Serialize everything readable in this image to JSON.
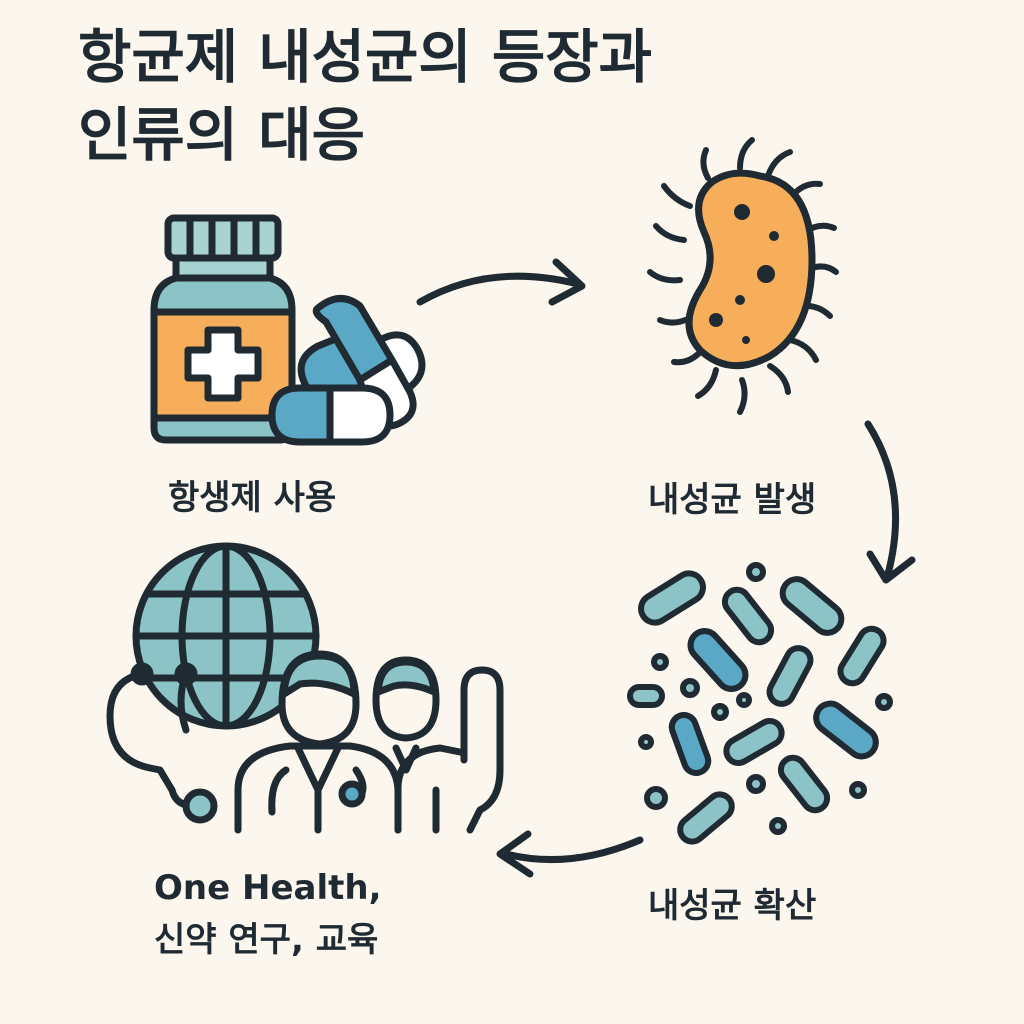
{
  "title": {
    "line1": "항균제 내성균의 등장과",
    "line2": "인류의 대응"
  },
  "steps": {
    "antibiotic_use": "항생제 사용",
    "resistance_emergence": "내성균 발생",
    "resistance_spread": "내성균 확산",
    "response_line1": "One Health,",
    "response_line2": "신약 연구, 교육"
  },
  "colors": {
    "background": "#fbf7ee",
    "outline": "#1f2a33",
    "teal": "#8cc3c6",
    "blue": "#5aa8c6",
    "orange": "#f6ae5a"
  },
  "icons": {
    "step1": "medicine-bottle-icon",
    "step2": "bacterium-icon",
    "step3": "bacteria-colony-icon",
    "step4": "globe-doctors-icon"
  }
}
